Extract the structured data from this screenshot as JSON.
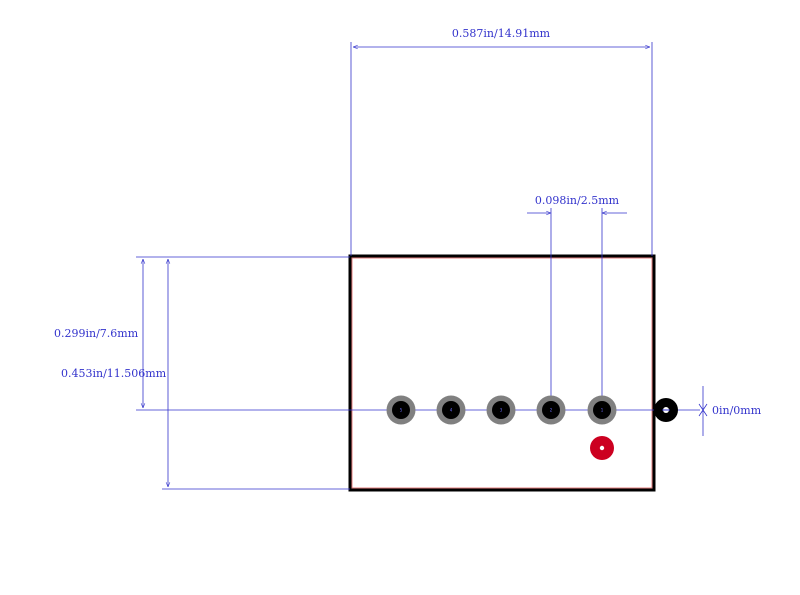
{
  "dimensions": {
    "width": "0.587in/14.91mm",
    "pitch": "0.098in/2.5mm",
    "pin_to_edge": "0.299in/7.6mm",
    "height": "0.453in/11.506mm",
    "zero": "0in/0mm"
  },
  "pins": [
    {
      "label": "5"
    },
    {
      "label": "4"
    },
    {
      "label": "3"
    },
    {
      "label": "2"
    },
    {
      "label": "1"
    }
  ],
  "colors": {
    "dimension_line": "#3333cc",
    "outline": "#000000",
    "pad_ring": "#808080",
    "pad_hole": "#000000",
    "polarity_marker": "#cc0020",
    "origin_marker": "#000000"
  }
}
